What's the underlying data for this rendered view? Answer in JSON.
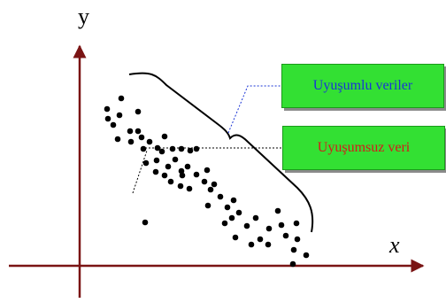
{
  "axes": {
    "y_label": "y",
    "x_label": "x",
    "color": "#7a1414"
  },
  "callouts": {
    "consistent": {
      "text": "Uyuşumlu veriler",
      "color": "#1a34d6"
    },
    "inconsistent": {
      "text": "Uyuşumsuz veri",
      "color": "#d41a1a"
    }
  },
  "box_color": "#33e033",
  "point_color": "#000000"
}
